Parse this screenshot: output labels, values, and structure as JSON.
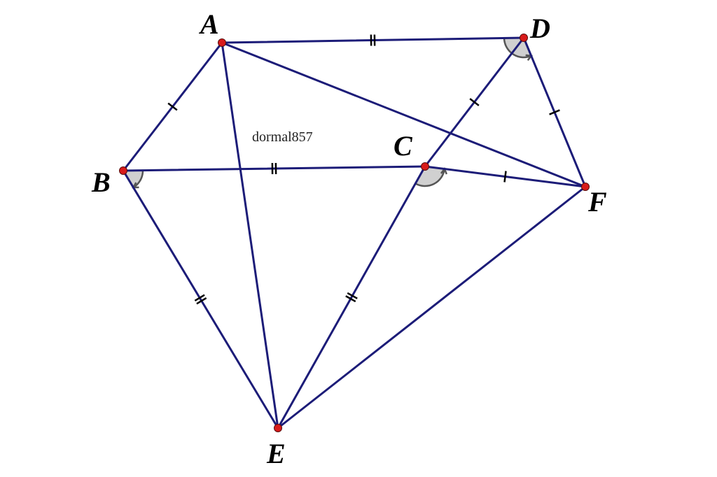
{
  "diagram": {
    "vertices": {
      "A": "A",
      "B": "B",
      "C": "C",
      "D": "D",
      "E": "E",
      "F": "F"
    },
    "watermark": "dormal857",
    "segments": [
      {
        "from": "A",
        "to": "D",
        "ticks": 2
      },
      {
        "from": "A",
        "to": "B",
        "ticks": 1
      },
      {
        "from": "A",
        "to": "E",
        "ticks": 0
      },
      {
        "from": "A",
        "to": "F",
        "ticks": 0
      },
      {
        "from": "B",
        "to": "C",
        "ticks": 2
      },
      {
        "from": "B",
        "to": "E",
        "ticks": 2
      },
      {
        "from": "C",
        "to": "D",
        "ticks": 1
      },
      {
        "from": "C",
        "to": "F",
        "ticks": 1
      },
      {
        "from": "C",
        "to": "E",
        "ticks": 2
      },
      {
        "from": "D",
        "to": "F",
        "ticks": 1
      },
      {
        "from": "E",
        "to": "F",
        "ticks": 0
      }
    ],
    "marked_angles": [
      {
        "vertex": "B",
        "between": [
          "C",
          "E"
        ]
      },
      {
        "vertex": "C",
        "between": [
          "E",
          "F"
        ]
      },
      {
        "vertex": "D",
        "between": [
          "A",
          "F"
        ]
      }
    ],
    "colors": {
      "segment": "#1c1c78",
      "vertex": "#d81b1b",
      "angle_fill": "#c8c8c8",
      "tick": "#000000"
    }
  }
}
